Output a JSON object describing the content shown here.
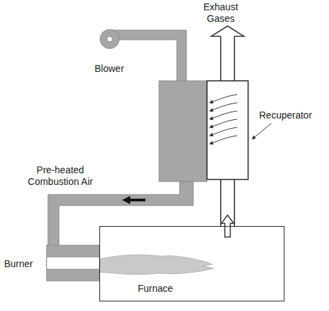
{
  "diagram": {
    "nodes": [
      {
        "text": [
          "Furnace"
        ]
      }
    ],
    "labels": [
      "Exhaust Gases",
      "Blower",
      "Recuperator",
      "Pre-heated Combustion Air",
      "Burner"
    ]
  }
}
